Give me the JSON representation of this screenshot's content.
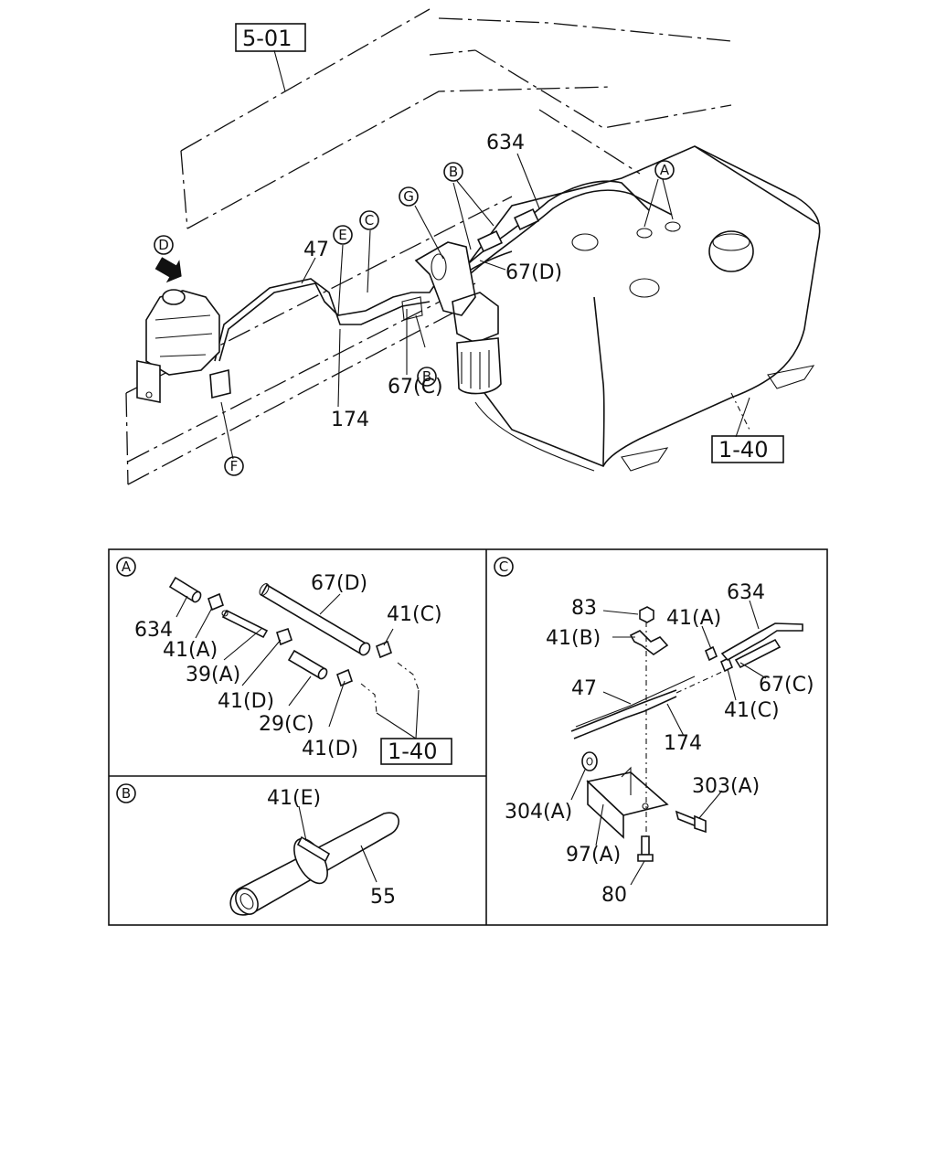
{
  "overview": {
    "ref_box_top": "5-01",
    "ref_box_tank": "1-40",
    "labels": {
      "l634": "634",
      "l47": "47",
      "l174": "174",
      "l67d": "67(D)",
      "l67c": "67(C)"
    },
    "callouts": {
      "A": "A",
      "B1": "B",
      "B2": "B",
      "C": "C",
      "D": "D",
      "E": "E",
      "F": "F",
      "G": "G"
    }
  },
  "detail_a": {
    "letter": "A",
    "labels": {
      "l67d": "67(D)",
      "l634": "634",
      "l41a": "41(A)",
      "l41c": "41(C)",
      "l39a": "39(A)",
      "l41d1": "41(D)",
      "l29c": "29(C)",
      "l41d2": "41(D)"
    },
    "ref_box": "1-40"
  },
  "detail_b": {
    "letter": "B",
    "labels": {
      "l41e": "41(E)",
      "l55": "55"
    }
  },
  "detail_c": {
    "letter": "C",
    "labels": {
      "l83": "83",
      "l41b": "41(B)",
      "l41a": "41(A)",
      "l634": "634",
      "l47": "47",
      "l67c": "67(C)",
      "l41c": "41(C)",
      "l174": "174",
      "l304a": "304(A)",
      "l303a": "303(A)",
      "l97a": "97(A)",
      "l80": "80"
    }
  }
}
